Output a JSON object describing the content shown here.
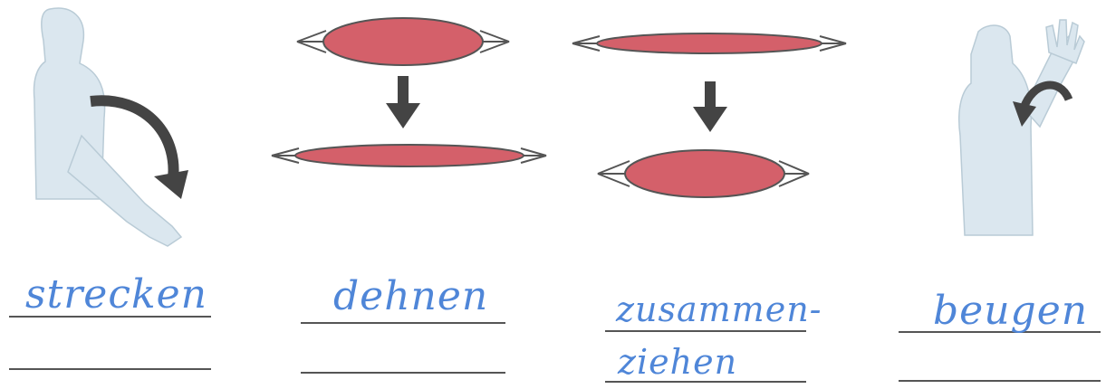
{
  "panels": [
    {
      "id": "extend-arm",
      "answer": "strecken"
    },
    {
      "id": "stretch-muscle",
      "answer": "dehnen"
    },
    {
      "id": "contract-muscle",
      "answer": "zusammen-",
      "answer_cont": "ziehen"
    },
    {
      "id": "bend-arm",
      "answer": "beugen"
    }
  ],
  "colors": {
    "muscle": "#d4606a",
    "muscle_outline": "#555555",
    "arrow": "#444444",
    "body": "#dbe7ef",
    "body_outline": "#b9cbd6",
    "handwriting": "#4f86d8",
    "line": "#555555"
  }
}
